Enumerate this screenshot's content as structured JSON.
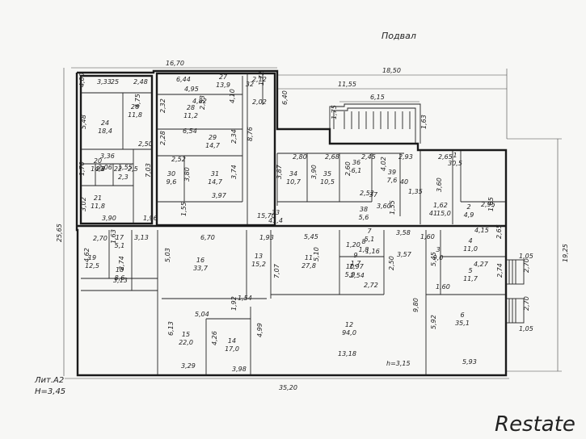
{
  "title": "Подвал",
  "top_dims": {
    "total_width": "16,70",
    "right_width": "18,50",
    "inner_top": "11,55",
    "stair_top": "6,15",
    "bottom_total": "35,20"
  },
  "side_dims": {
    "left_height": "25,65",
    "right_height": "19,25"
  },
  "plan_label": "Лит.А2",
  "height_label": "Н=3,45",
  "room_height_label": "h=3,15",
  "watermark": "Restate",
  "rooms": [
    {
      "num": "1",
      "area": "30,5",
      "cx": 0,
      "cy": 0
    },
    {
      "num": "2",
      "area": "4,9"
    },
    {
      "num": "3",
      "area": "9,0"
    },
    {
      "num": "4",
      "area": "11,0"
    },
    {
      "num": "5",
      "area": "11,7"
    },
    {
      "num": "6",
      "area": "35,1"
    },
    {
      "num": "7",
      "area": "5,1"
    },
    {
      "num": "8",
      "area": "1,8"
    },
    {
      "num": "9",
      "area": "1,7"
    },
    {
      "num": "10",
      "area": "5,0"
    },
    {
      "num": "11",
      "area": "27,8"
    },
    {
      "num": "12",
      "area": "94,0"
    },
    {
      "num": "13",
      "area": "15,2"
    },
    {
      "num": "14",
      "area": "17,0"
    },
    {
      "num": "15",
      "area": "22,0"
    },
    {
      "num": "16",
      "area": "33,7"
    },
    {
      "num": "17",
      "area": "5,1"
    },
    {
      "num": "18",
      "area": "8,6"
    },
    {
      "num": "19",
      "area": "12,5"
    },
    {
      "num": "20",
      "area": "14,8"
    },
    {
      "num": "21",
      "area": "11,8"
    },
    {
      "num": "22",
      "area": ""
    },
    {
      "num": "23",
      "area": ""
    },
    {
      "num": "24",
      "area": "18,4"
    },
    {
      "num": "25",
      "area": ""
    },
    {
      "num": "26",
      "area": "11,8"
    },
    {
      "num": "27",
      "area": "13,9"
    },
    {
      "num": "28",
      "area": "11,2"
    },
    {
      "num": "29",
      "area": "14,7"
    },
    {
      "num": "30",
      "area": "9,6"
    },
    {
      "num": "31",
      "area": "14,7"
    },
    {
      "num": "32",
      "area": ""
    },
    {
      "num": "33",
      "area": "41,4"
    },
    {
      "num": "34",
      "area": "10,7"
    },
    {
      "num": "35",
      "area": "10,5"
    },
    {
      "num": "36",
      "area": "6,1"
    },
    {
      "num": "37",
      "area": ""
    },
    {
      "num": "38",
      "area": "5,6"
    },
    {
      "num": "39",
      "area": "7,6"
    },
    {
      "num": "40",
      "area": ""
    },
    {
      "num": "41",
      "area": ""
    }
  ],
  "dims": [
    "3,33",
    "2,48",
    "4,00",
    "5,48",
    "4,75",
    "3,36",
    "2,50",
    "2,06",
    "1,55",
    "1,70",
    "2,5",
    "2,3",
    "3,02",
    "3,90",
    "1,96",
    "6,44",
    "2,12",
    "1,72",
    "4,95",
    "2,32",
    "2,53",
    "4,82",
    "4,10",
    "2,02",
    "6,54",
    "2,28",
    "2,34",
    "8,76",
    "2,52",
    "3,80",
    "3,74",
    "3,97",
    "7,03",
    "1,55",
    "15,70",
    "6,40",
    "1,75",
    "1,63",
    "2,80",
    "2,68",
    "2,45",
    "2,93",
    "3,87",
    "3,90",
    "2,60",
    "4,02",
    "2,52",
    "3,60",
    "1,55",
    "1,35",
    "2,65",
    "3,60",
    "2,95",
    "1,65",
    "1,62",
    "15,0",
    "2,70",
    "1,63",
    "3,13",
    "4,62",
    "2,74",
    "3,13",
    "6,70",
    "1,93",
    "5,03",
    "7,07",
    "5,45",
    "1,20",
    "1,16",
    "5,10",
    "1,97",
    "2,54",
    "2,72",
    "2,50",
    "3,57",
    "3,58",
    "1,60",
    "4,15",
    "2,65",
    "5,45",
    "4,27",
    "2,74",
    "1,60",
    "5,04",
    "1,54",
    "1,92",
    "6,13",
    "4,99",
    "4,26",
    "3,29",
    "3,98",
    "13,18",
    "9,80",
    "5,92",
    "5,93",
    "1,05",
    "2,70",
    "2,70",
    "1,05"
  ]
}
